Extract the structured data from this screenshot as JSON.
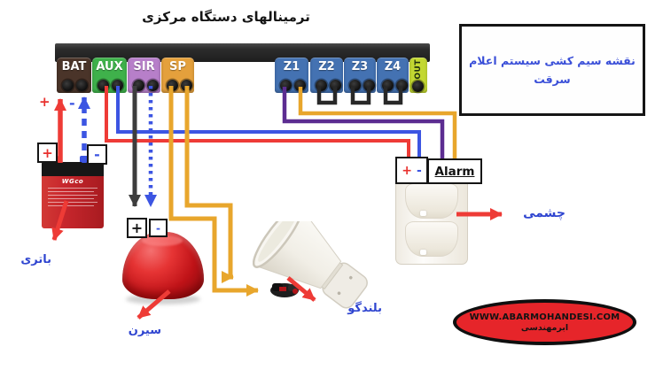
{
  "title": "ترمینالهای دستگاه مرکزی",
  "info_box": {
    "line1": "نقشه سیم کشی سیستم اعلام",
    "line2": "سرقت"
  },
  "terminals": {
    "bat": "BAT",
    "aux": "AUX",
    "sir": "SIR",
    "sp": "SP",
    "z1": "Z1",
    "z2": "Z2",
    "z3": "Z3",
    "z4": "Z4",
    "out": "OUT"
  },
  "polarity": {
    "bat_plus": "+",
    "bat_minus": "-"
  },
  "battery": {
    "brand": "WGco",
    "boxed_plus": "+",
    "boxed_minus": "-",
    "label": "باتری"
  },
  "siren": {
    "boxed_plus": "+",
    "boxed_minus": "-",
    "label": "سیرن"
  },
  "speaker": {
    "label": "بلندگو"
  },
  "pir": {
    "plus": "+",
    "minus": "-",
    "alarm": "Alarm",
    "label": "چشمی"
  },
  "watermark": {
    "url": "WWW.ABARMOHANDESI.COM",
    "name": "ابرمهندسی"
  },
  "colors": {
    "wire_red": "#ee3b36",
    "wire_blue": "#3c55e2",
    "wire_purple": "#5c2d91",
    "wire_orange": "#e8a62c",
    "wire_black": "#3d3d3d",
    "terminal_bat": "#4a3429",
    "terminal_aux": "#3fb14b",
    "terminal_sir": "#b77fc9",
    "terminal_sp": "#e4a03c",
    "terminal_zone": "#4472b2",
    "terminal_out": "#c3d832",
    "label_blue": "#2f45d0",
    "oval_red": "#e6252a"
  }
}
